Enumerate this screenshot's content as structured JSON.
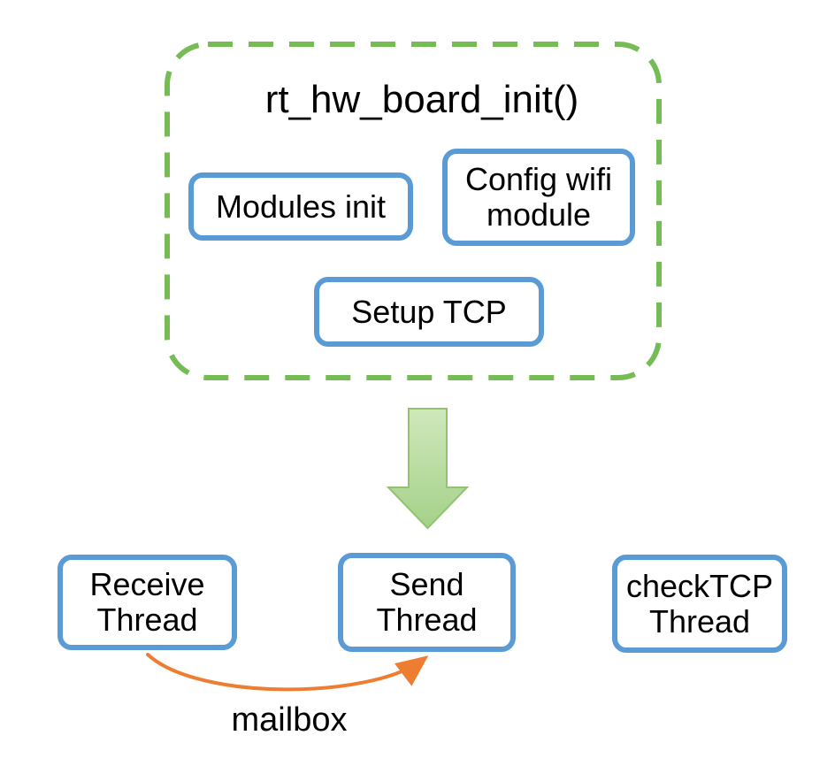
{
  "diagram": {
    "init_container": {
      "title": "rt_hw_board_init()",
      "steps": [
        {
          "label": "Modules init"
        },
        {
          "label": "Config wifi\nmodule"
        },
        {
          "label": "Setup TCP"
        }
      ]
    },
    "threads": [
      {
        "label": "Receive\nThread"
      },
      {
        "label": "Send\nThread"
      },
      {
        "label": "checkTCP\nThread"
      }
    ],
    "connector_label": "mailbox",
    "icons": {
      "flow_arrow": "down-arrow-icon",
      "connector": "curved-arrow-icon"
    },
    "colors": {
      "background": "#FFFFFF",
      "text": "#000000",
      "thread_box_border": "#5B9BD5",
      "container_dash": "#76BC55",
      "flow_arrow_fill_top": "#CFE8BC",
      "flow_arrow_fill_bottom": "#A5D189",
      "flow_arrow_stroke": "#90C471",
      "connector_orange": "#ED7D31"
    }
  }
}
